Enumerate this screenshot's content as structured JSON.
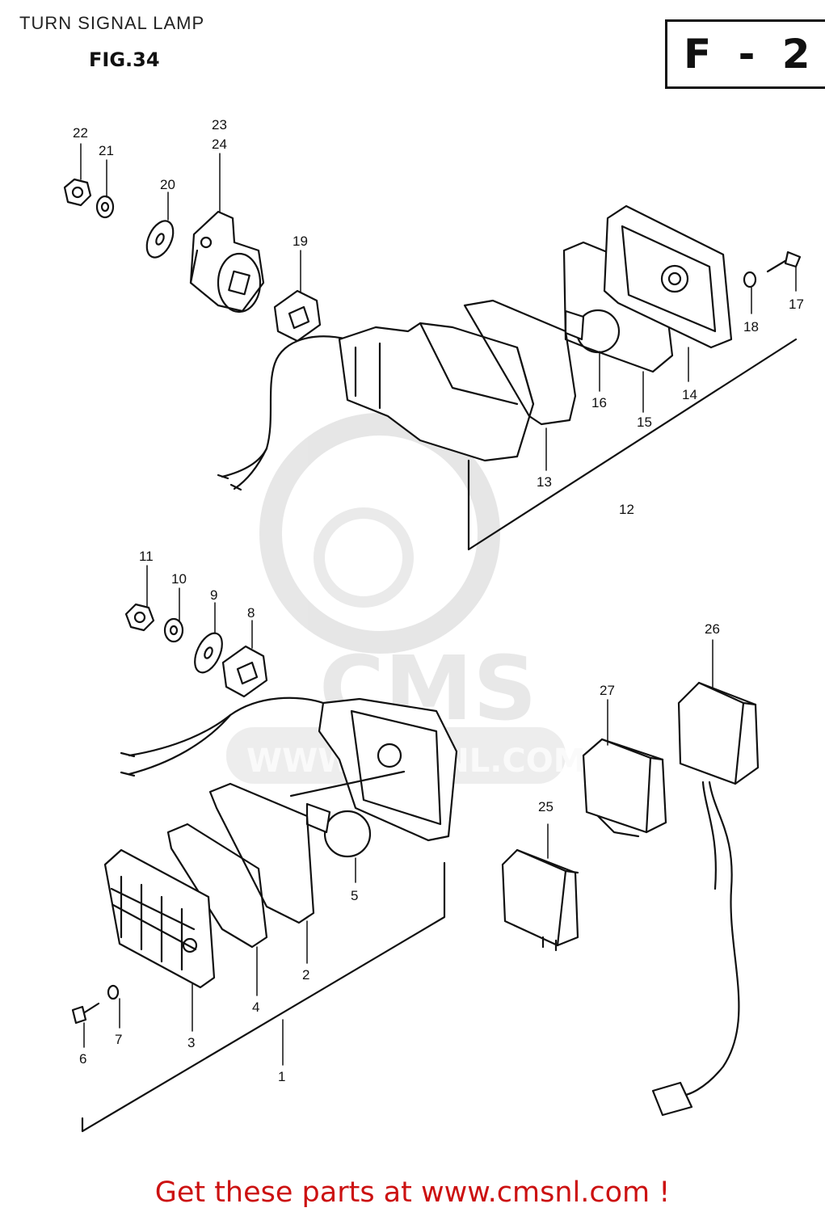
{
  "header": {
    "title": "TURN SIGNAL LAMP",
    "figure": "FIG.34",
    "section": "F - 2"
  },
  "watermark": {
    "brand": "CMS",
    "url": "WWW.CMSNL.COM"
  },
  "callouts": {
    "c1": "1",
    "c2": "2",
    "c3": "3",
    "c4": "4",
    "c5": "5",
    "c6": "6",
    "c7": "7",
    "c8": "8",
    "c9": "9",
    "c10": "10",
    "c11": "11",
    "c12": "12",
    "c13": "13",
    "c14": "14",
    "c15": "15",
    "c16": "16",
    "c17": "17",
    "c18": "18",
    "c19": "19",
    "c20": "20",
    "c21": "21",
    "c22": "22",
    "c23": "23",
    "c24": "24",
    "c25": "25",
    "c26": "26",
    "c27": "27"
  },
  "footer": {
    "link_text": "Get these parts at www.cmsnl.com !",
    "link_color": "#cc1111"
  }
}
